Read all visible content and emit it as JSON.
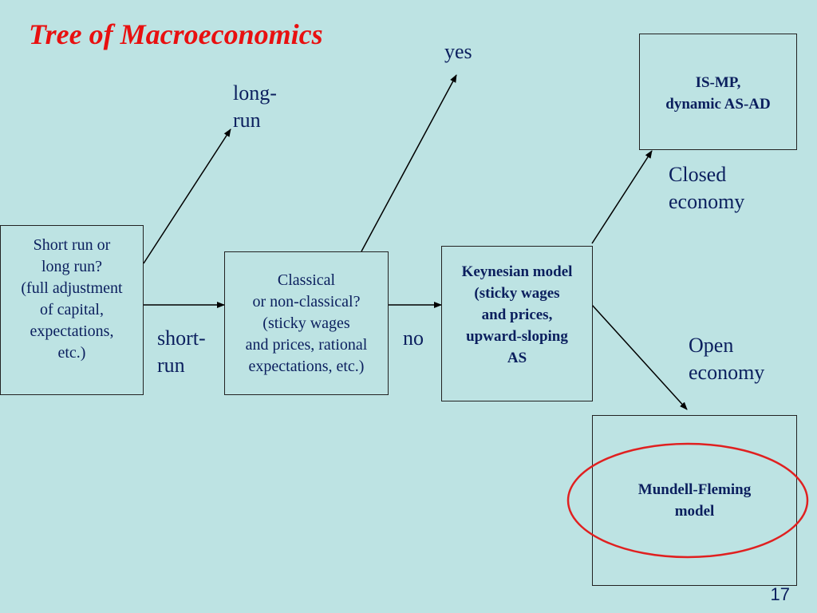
{
  "slide": {
    "title": "Tree of Macroeconomics",
    "page_number": "17"
  },
  "boxes": {
    "short_long": "Short run or\nlong run?\n(full adjustment\nof capital,\nexpectations,\netc.)",
    "classical": "Classical\nor non-classical?\n(sticky wages\nand prices, rational\nexpectations, etc.)",
    "keynesian": "Keynesian model\n(sticky wages\nand prices,\nupward-sloping\nAS",
    "ismp": "IS-MP,\ndynamic AS-AD",
    "mundell": "Mundell-Fleming\nmodel"
  },
  "labels": {
    "long_run": "long-\nrun",
    "short_run": "short-\nrun",
    "yes": "yes",
    "no": "no",
    "closed": "Closed\neconomy",
    "open": "Open\neconomy"
  },
  "colors": {
    "background": "#bde3e3",
    "title": "#e81010",
    "text": "#0b1f5e",
    "highlight_ellipse": "#e02020"
  }
}
